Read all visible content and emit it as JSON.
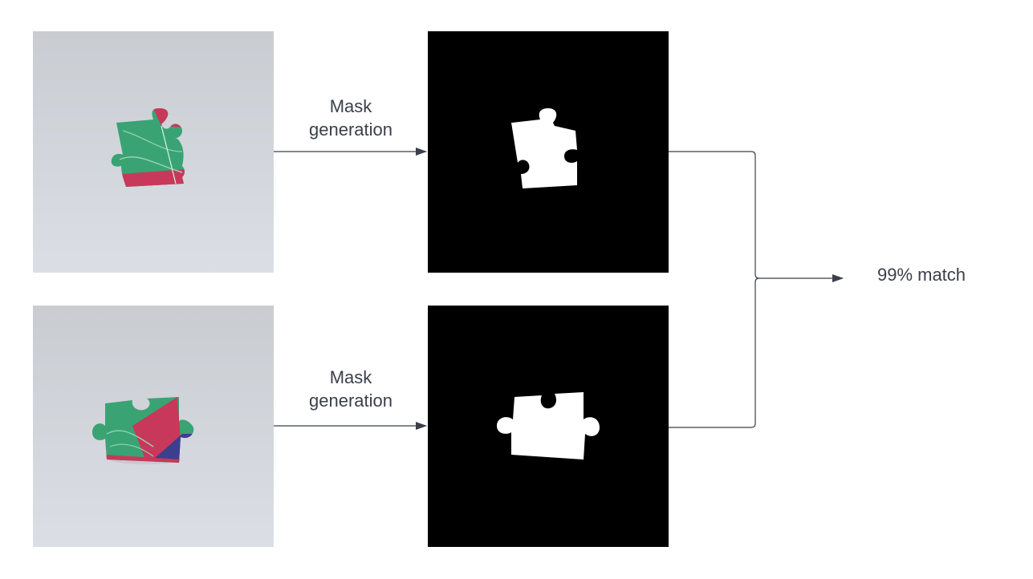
{
  "steps": [
    {
      "label": "Mask\ngeneration"
    },
    {
      "label": "Mask\ngeneration"
    }
  ],
  "result": {
    "label": "99% match"
  },
  "colors": {
    "connector": "#3a3f4a",
    "mask_background": "#000000",
    "mask_piece": "#ffffff",
    "photo_background": "#d6dadf",
    "piece_green": "#3aa374",
    "piece_red": "#c8385a",
    "piece_navy": "#3b3f8f"
  },
  "icons": {
    "arrow": "arrow-right-icon"
  }
}
